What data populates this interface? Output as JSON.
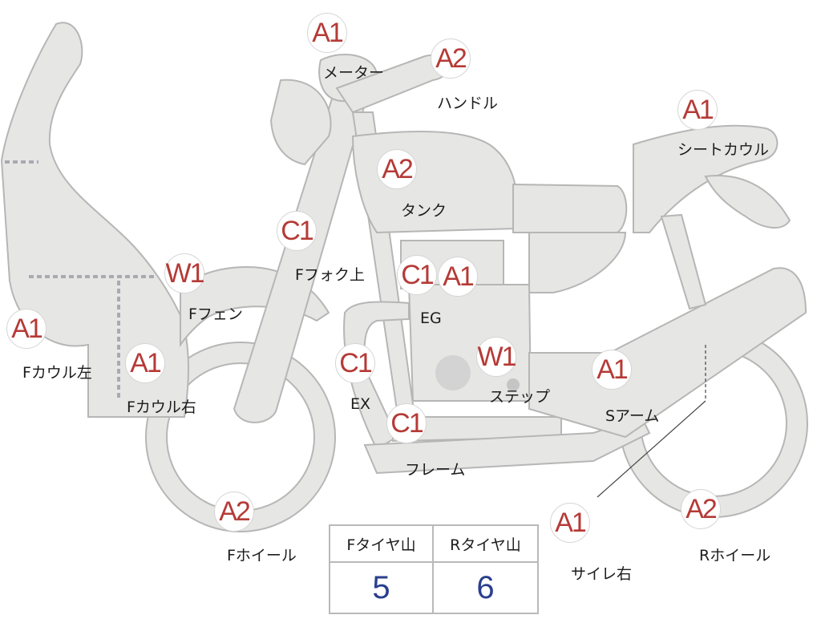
{
  "parts": [
    {
      "id": "meter",
      "code": "A1",
      "label": "メーター"
    },
    {
      "id": "handle",
      "code": "A2",
      "label": "ハンドル"
    },
    {
      "id": "seat-cowl",
      "code": "A1",
      "label": "シートカウル"
    },
    {
      "id": "tank",
      "code": "A2",
      "label": "タンク"
    },
    {
      "id": "f-fork-upper",
      "code": "C1",
      "label": "Fフォク上"
    },
    {
      "id": "f-fender",
      "code": "W1",
      "label": "Fフェン"
    },
    {
      "id": "eg-c",
      "code": "C1",
      "label": ""
    },
    {
      "id": "eg",
      "code": "A1",
      "label": "EG"
    },
    {
      "id": "f-cowl-left",
      "code": "A1",
      "label": "Fカウル左"
    },
    {
      "id": "f-cowl-right",
      "code": "A1",
      "label": "Fカウル右"
    },
    {
      "id": "ex",
      "code": "C1",
      "label": "EX"
    },
    {
      "id": "step",
      "code": "W1",
      "label": "ステップ"
    },
    {
      "id": "s-arm",
      "code": "A1",
      "label": "Sアーム"
    },
    {
      "id": "frame",
      "code": "C1",
      "label": "フレーム"
    },
    {
      "id": "f-wheel",
      "code": "A2",
      "label": "Fホイール"
    },
    {
      "id": "muffler-right",
      "code": "A1",
      "label": "サイレ右"
    },
    {
      "id": "r-wheel",
      "code": "A2",
      "label": "Rホイール"
    }
  ],
  "tire_table": {
    "headers": [
      "Fタイヤ山",
      "Rタイヤ山"
    ],
    "values": [
      "5",
      "6"
    ]
  },
  "colors": {
    "part_fill": "#e6e6e4",
    "part_stroke": "#b6b6b6",
    "badge_text": "#b53a36",
    "value_text": "#2a3f8f"
  }
}
